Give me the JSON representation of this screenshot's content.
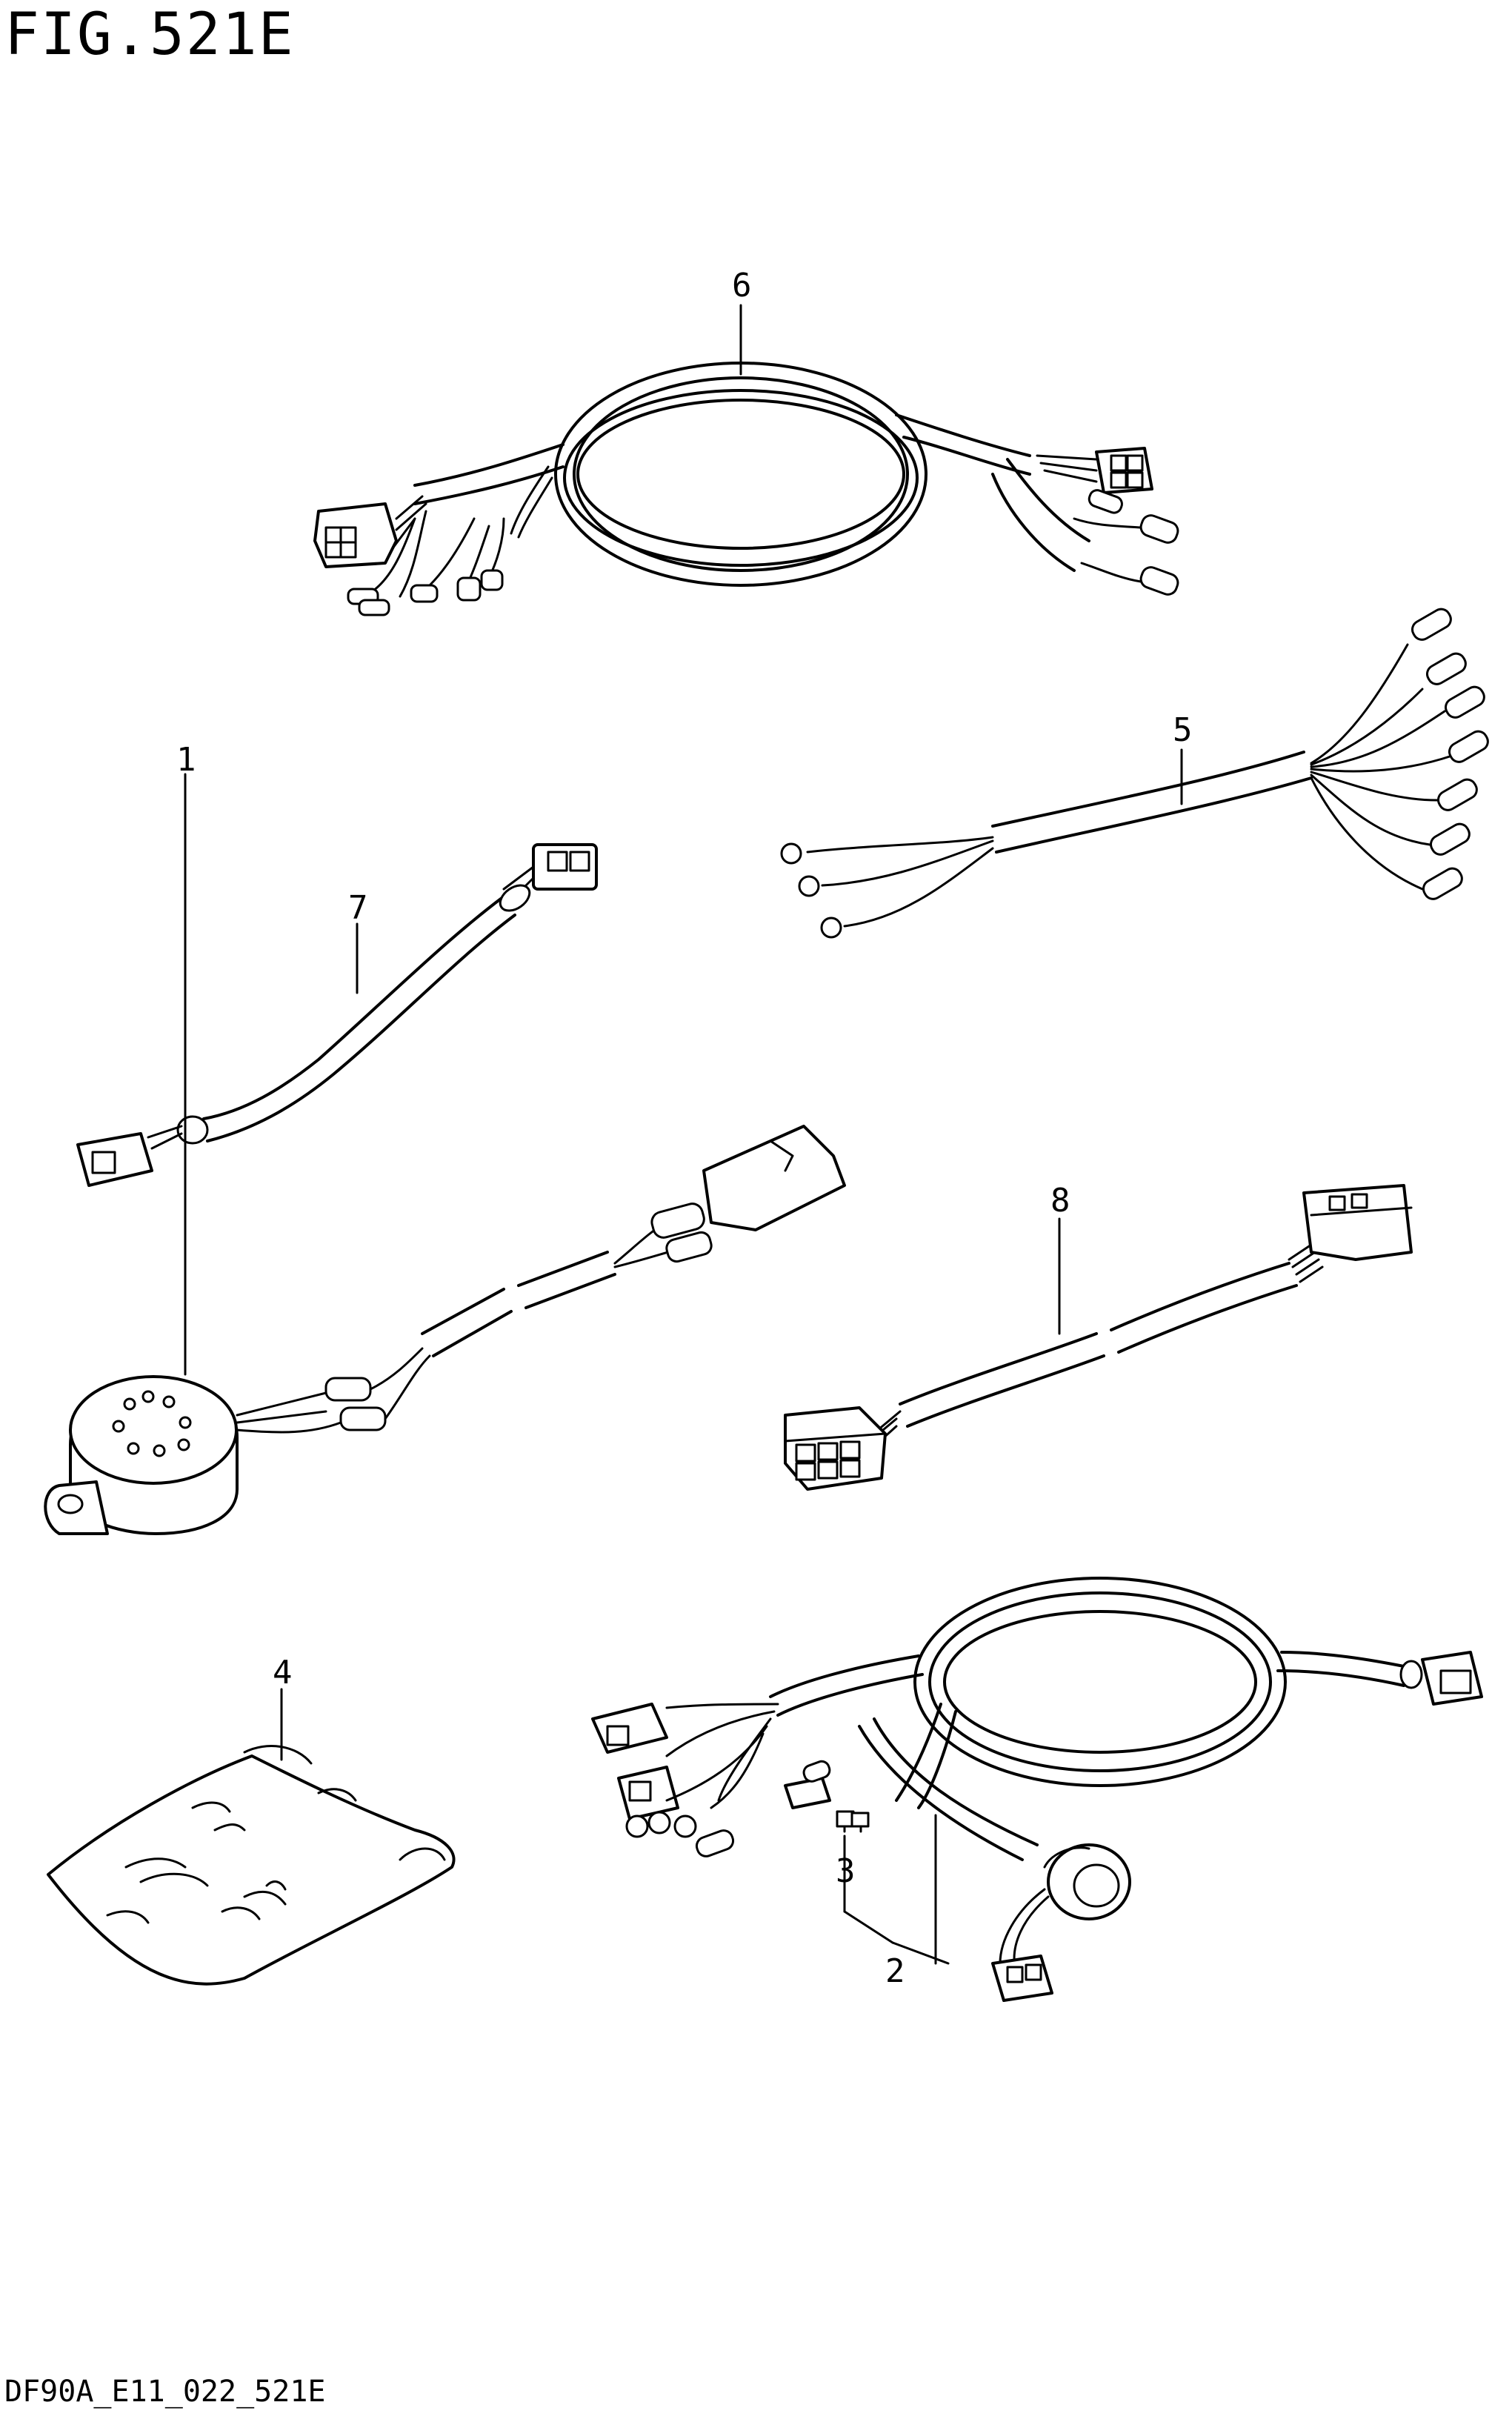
{
  "figure": {
    "title": "FIG.521E",
    "drawing_code": "DF90A_E11_022_521E"
  },
  "callouts": [
    {
      "id": "callout-1",
      "label": "1"
    },
    {
      "id": "callout-2",
      "label": "2"
    },
    {
      "id": "callout-3",
      "label": "3"
    },
    {
      "id": "callout-4",
      "label": "4"
    },
    {
      "id": "callout-5",
      "label": "5"
    },
    {
      "id": "callout-6",
      "label": "6"
    },
    {
      "id": "callout-7",
      "label": "7"
    },
    {
      "id": "callout-8",
      "label": "8"
    }
  ]
}
